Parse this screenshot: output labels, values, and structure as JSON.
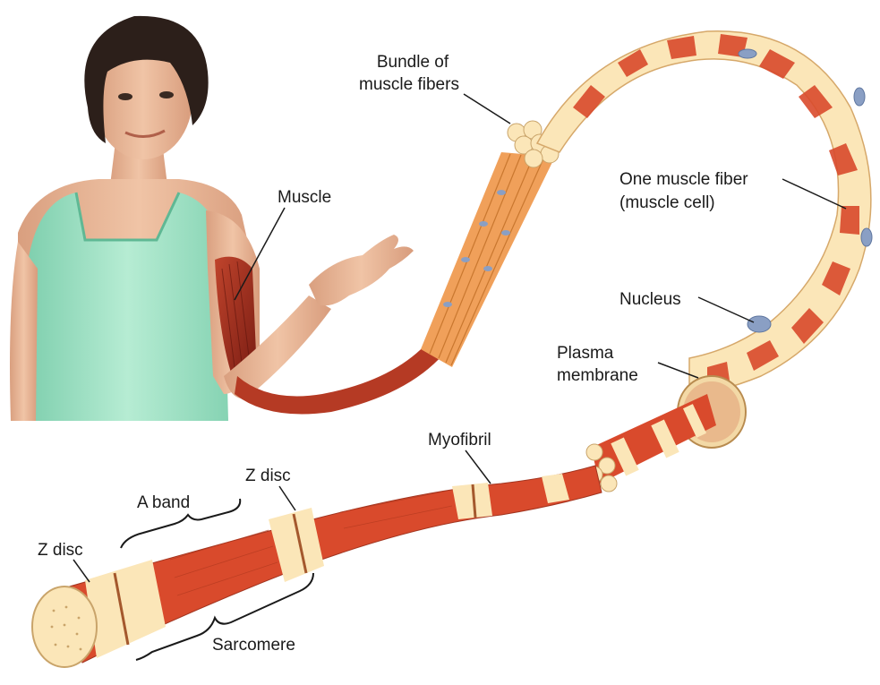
{
  "labels": {
    "bundle": [
      "Bundle of",
      "muscle fibers"
    ],
    "muscle": "Muscle",
    "fiber": [
      "One muscle fiber",
      "(muscle cell)"
    ],
    "nucleus": "Nucleus",
    "plasma": [
      "Plasma",
      "membrane"
    ],
    "myofibril": "Myofibril",
    "zdisc_top": "Z disc",
    "aband": "A band",
    "zdisc_left": "Z disc",
    "sarcomere": "Sarcomere"
  },
  "colors": {
    "band_red": "#d94a2c",
    "band_red_dark": "#b8341c",
    "band_cream": "#fbe6b8",
    "band_cream_dark": "#e9c98c",
    "bundle_orange": "#f0a05a",
    "nucleus_blue": "#8a9fc4",
    "tank_top": "#a8e3c6",
    "skin": "#e8b596",
    "hair": "#2c1f1a",
    "arm_muscle": "#9b2a1c"
  }
}
